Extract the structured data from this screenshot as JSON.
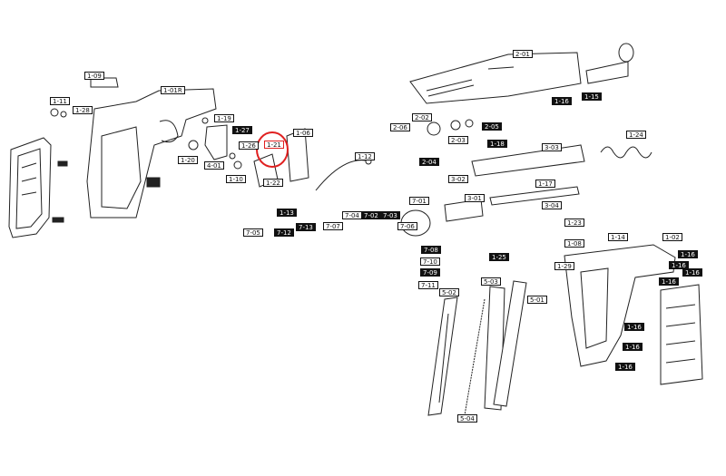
{
  "diagram": {
    "highlight_color": "#e02020",
    "highlighted_part": "1-21",
    "labels": [
      {
        "id": "1-09",
        "style": "w"
      },
      {
        "id": "1-11",
        "style": "w"
      },
      {
        "id": "1-28",
        "style": "w"
      },
      {
        "id": "1-01R",
        "style": "w"
      },
      {
        "id": "1-19",
        "style": "w"
      },
      {
        "id": "1-20",
        "style": "w"
      },
      {
        "id": "4-01",
        "style": "w"
      },
      {
        "id": "1-26",
        "style": "w"
      },
      {
        "id": "1-10",
        "style": "w"
      },
      {
        "id": "1-21",
        "style": "w"
      },
      {
        "id": "1-06",
        "style": "w"
      },
      {
        "id": "1-22",
        "style": "w"
      },
      {
        "id": "1-12",
        "style": "w"
      },
      {
        "id": "2-01",
        "style": "w"
      },
      {
        "id": "1-15",
        "style": "b"
      },
      {
        "id": "1-16",
        "style": "b"
      },
      {
        "id": "2-06",
        "style": "w"
      },
      {
        "id": "2-02",
        "style": "w"
      },
      {
        "id": "2-03",
        "style": "w"
      },
      {
        "id": "3-03",
        "style": "w"
      },
      {
        "id": "1-24",
        "style": "w"
      },
      {
        "id": "3-02",
        "style": "w"
      },
      {
        "id": "3-01",
        "style": "w"
      },
      {
        "id": "1-17",
        "style": "w"
      },
      {
        "id": "3-04",
        "style": "w"
      },
      {
        "id": "7-01",
        "style": "w"
      },
      {
        "id": "1-23",
        "style": "w"
      },
      {
        "id": "1-08",
        "style": "w"
      },
      {
        "id": "1-14",
        "style": "w"
      },
      {
        "id": "1-02",
        "style": "w"
      },
      {
        "id": "7-05",
        "style": "w"
      },
      {
        "id": "7-12",
        "style": "b"
      },
      {
        "id": "7-13",
        "style": "b"
      },
      {
        "id": "7-07",
        "style": "w"
      },
      {
        "id": "7-04",
        "style": "w"
      },
      {
        "id": "7-02",
        "style": "b"
      },
      {
        "id": "7-03",
        "style": "b"
      },
      {
        "id": "7-06",
        "style": "w"
      },
      {
        "id": "7-08",
        "style": "b"
      },
      {
        "id": "7-10",
        "style": "w"
      },
      {
        "id": "7-09",
        "style": "b"
      },
      {
        "id": "7-11",
        "style": "w"
      },
      {
        "id": "5-02",
        "style": "w"
      },
      {
        "id": "5-03",
        "style": "w"
      },
      {
        "id": "5-01",
        "style": "w"
      },
      {
        "id": "1-29",
        "style": "w"
      },
      {
        "id": "5-04",
        "style": "w"
      },
      {
        "id": "1-25",
        "style": "b"
      },
      {
        "id": "1-27",
        "style": "b"
      },
      {
        "id": "1-13",
        "style": "b"
      },
      {
        "id": "1-18",
        "style": "b"
      },
      {
        "id": "2-04",
        "style": "b"
      },
      {
        "id": "2-05",
        "style": "b"
      }
    ]
  }
}
